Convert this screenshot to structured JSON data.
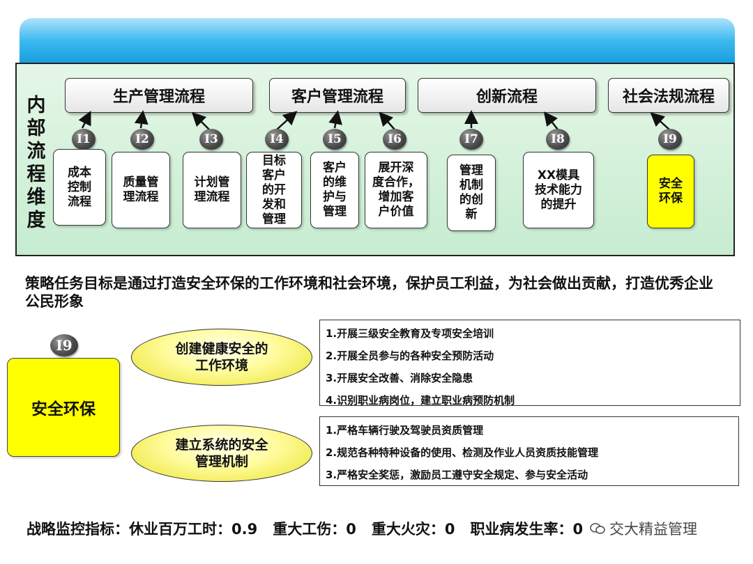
{
  "dimension_label": "内部流程维度",
  "processes": [
    {
      "label": "生产管理流程"
    },
    {
      "label": "客户管理流程"
    },
    {
      "label": "创新流程"
    },
    {
      "label": "社会法规流程"
    }
  ],
  "tasks": [
    {
      "id": "I1",
      "label": "成本\n控制\n流程"
    },
    {
      "id": "I2",
      "label": "质量管\n理流程"
    },
    {
      "id": "I3",
      "label": "计划管\n理流程"
    },
    {
      "id": "I4",
      "label": "目标\n客户\n的开\n发和\n管理"
    },
    {
      "id": "I5",
      "label": "客户\n的维\n护与\n管理"
    },
    {
      "id": "I6",
      "label": "展开深\n度合作，\n增加客\n户价值"
    },
    {
      "id": "I7",
      "label": "管理\n机制\n的创\n新"
    },
    {
      "id": "I8",
      "label": "XX模具\n技术能力\n的提升"
    },
    {
      "id": "I9",
      "label": "安全\n环保"
    }
  ],
  "goal_text": "策略任务目标是通过打造安全环保的工作环境和社会环境，保护员工利益，为社会做出贡献，打造优秀企业公民形象",
  "focus": {
    "id": "I9",
    "label": "安全环保"
  },
  "initiatives": [
    {
      "label": "创建健康安全的\n工作环境",
      "measures": [
        "1.开展三级安全教育及专项安全培训",
        "2.开展全员参与的各种安全预防活动",
        "3.开展安全改善、消除安全隐患",
        "4.识别职业病岗位，建立职业病预防机制"
      ]
    },
    {
      "label": "建立系统的安全\n管理机制",
      "measures": [
        "1.严格车辆行驶及驾驶员资质管理",
        "2.规范各种特种设备的使用、检测及作业人员资质技能管理",
        "3.严格安全奖惩，激励员工遵守安全规定、参与安全活动"
      ]
    }
  ],
  "kpi_prefix": "战略监控指标：",
  "kpis": [
    "休业百万工时：0.9",
    "重大工伤：0",
    "重大火灾：0",
    "职业病发生率：0"
  ],
  "watermark": "交大精益管理",
  "colors": {
    "banner": "#1ba3e6",
    "panel": "#d4f0da",
    "highlight": "#ffff00",
    "oval": "#fffb9a"
  }
}
